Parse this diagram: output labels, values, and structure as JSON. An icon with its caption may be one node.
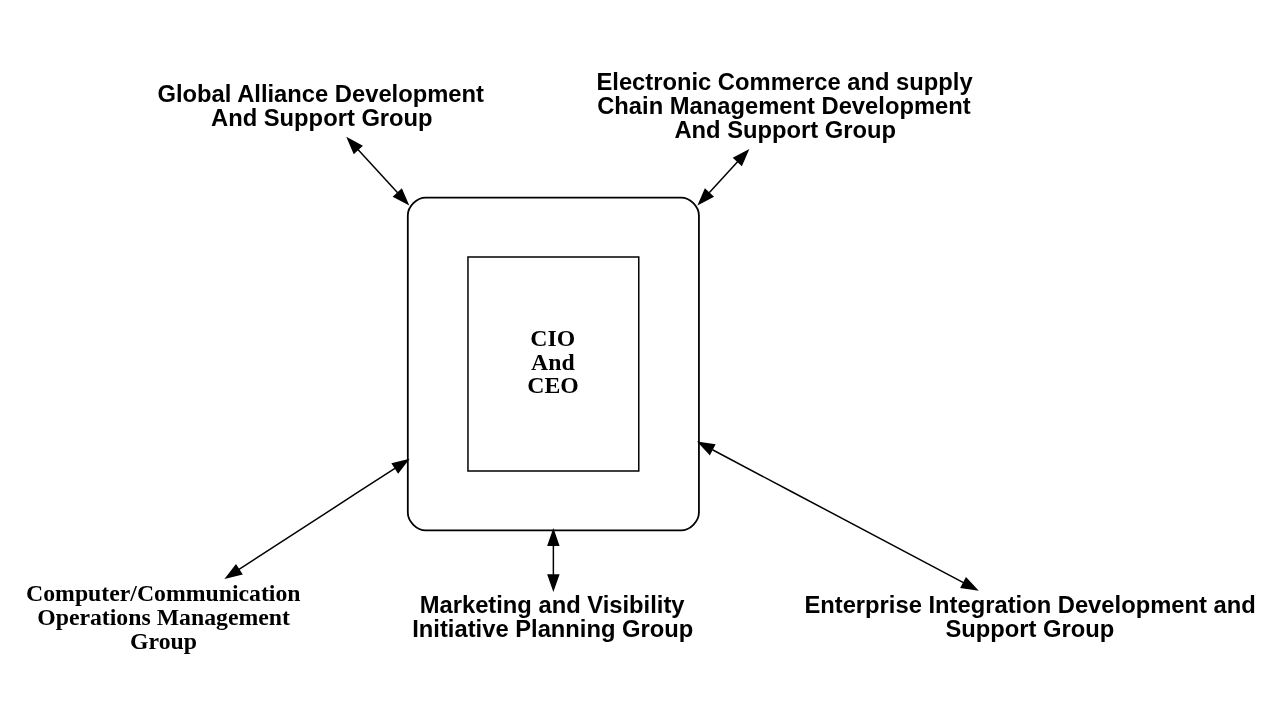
{
  "diagram": {
    "nodes": [
      {
        "text": [],
        "shape": "ellipse"
      },
      {
        "text": [
          "CIO And CEO"
        ],
        "in": 0
      },
      {
        "text": [
          "Global Alliance Development And Support Group"
        ]
      },
      {
        "text": [
          "Electronic Commerce and supply Chain Management Development And Support Group"
        ]
      },
      {
        "text": [
          "Computer/Communication Operations Management Group"
        ]
      },
      {
        "text": [
          "Marketing and Visibility Initiative Planning Group"
        ]
      },
      {
        "text": [
          "Enterprise Integration Development and Support Group"
        ]
      }
    ],
    "edges": [
      {
        "from": 2,
        "to": 0,
        "arrow": "both"
      },
      {
        "from": 3,
        "to": 0,
        "arrow": "both"
      },
      {
        "from": 0,
        "to": 4,
        "arrow": "both"
      },
      {
        "from": 0,
        "to": 5,
        "arrow": "both"
      },
      {
        "from": 0,
        "to": 6,
        "arrow": "both"
      }
    ]
  }
}
